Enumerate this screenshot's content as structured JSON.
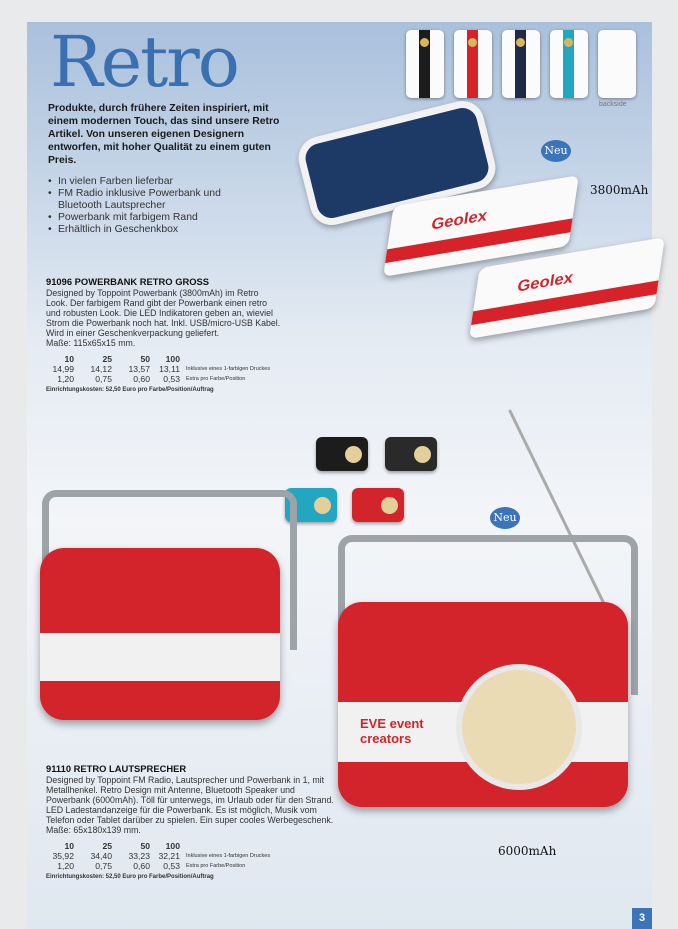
{
  "header": {
    "title": "Retro",
    "intro": "Produkte, durch frühere Zeiten inspiriert, mit einem modernen Touch, das sind unsere Retro Artikel. Von unseren eigenen Designern entworfen, mit hoher Qualität zu einem guten Preis.",
    "bullets": [
      "In vielen Farben lieferbar",
      "FM Radio inklusive Powerbank und Bluetooth Lautsprecher",
      "Powerbank mit farbigem Rand",
      "Erhältlich in Geschenkbox"
    ]
  },
  "swatches": {
    "colors": [
      "#1c1c1c",
      "#d8222a",
      "#1f2b44",
      "#23a7c0",
      "#fbfbfb"
    ],
    "backside_label": "backside"
  },
  "badges": {
    "new1": "Neu",
    "new2": "Neu"
  },
  "powerbank": {
    "capacity": "3800mAh",
    "logo": "Geolex",
    "title": "91096  POWERBANK RETRO GROSS",
    "description": "Designed by Toppoint Powerbank (3800mAh) im Retro Look. Der farbigem Rand gibt der Powerbank einen retro und robusten Look. Die LED Indikatoren geben an, wieviel Strom die Powerbank noch hat. Inkl. USB/micro-USB Kabel. Wird in einer Geschenkverpackung geliefert.",
    "dimensions": "Maße: 115x65x15 mm.",
    "quantities": [
      "10",
      "25",
      "50",
      "100"
    ],
    "prices": [
      "14,99",
      "14,12",
      "13,57",
      "13,11"
    ],
    "prices_note": "Inklusive eines 1-farbigen Druckes",
    "extra": [
      "1,20",
      "0,75",
      "0,60",
      "0,53"
    ],
    "extra_note": "Extra pro Farbe/Position",
    "setup": "Einrichtungskosten: 52,50 Euro pro Farbe/Position/Auftrag"
  },
  "speaker": {
    "capacity": "6000mAh",
    "logo": "EVE event creators",
    "title": "91110  RETRO LAUTSPRECHER",
    "description": "Designed by Toppoint FM Radio, Lautsprecher und Powerbank in 1, mit Metallhenkel. Retro Design mit Antenne, Bluetooth Speaker und Powerbank (6000mAh). Töll für unterwegs, im Urlaub oder für den Strand. LED Ladestandanzeige für die Powerbank. Es ist möglich, Musik vom Telefon oder Tablet darüber zu spielen. Ein super cooles Werbegeschenk. Maße: 65x180x139 mm.",
    "quantities": [
      "10",
      "25",
      "50",
      "100"
    ],
    "prices": [
      "35,92",
      "34,40",
      "33,23",
      "32,21"
    ],
    "prices_note": "Inklusive eines 1-farbigen Druckes",
    "extra": [
      "1,20",
      "0,75",
      "0,60",
      "0,53"
    ],
    "extra_note": "Extra pro Farbe/Position",
    "setup": "Einrichtungskosten: 52,50 Euro pro Farbe/Position/Auftrag"
  },
  "page_number": "3"
}
